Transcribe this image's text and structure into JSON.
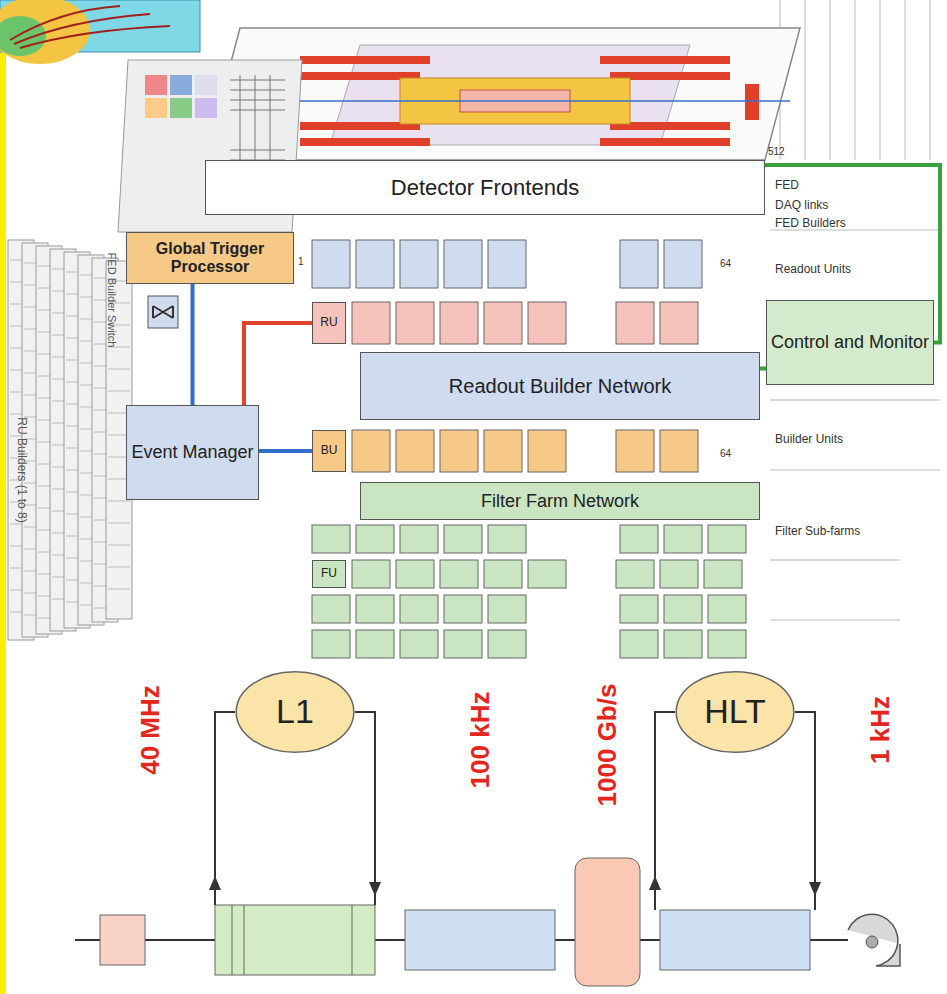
{
  "diagram": {
    "nodes": [
      {
        "text": [
          "Detector Frontends"
        ]
      },
      {
        "text": [
          "Global Trigger Processor"
        ]
      },
      {
        "text": [
          "Control and Monitor"
        ]
      },
      {
        "text": [
          "RU"
        ]
      },
      {
        "text": [
          "Readout Builder Network"
        ]
      },
      {
        "text": [
          "Event Manager"
        ]
      },
      {
        "text": [
          "BU"
        ]
      },
      {
        "text": [
          "Filter Farm Network"
        ]
      },
      {
        "text": [
          "FU"
        ]
      },
      {
        "text": [
          "L1"
        ]
      },
      {
        "text": [
          "HLT"
        ]
      }
    ],
    "edges": [
      {
        "from": 0,
        "to": 2,
        "arrow": "none"
      },
      {
        "from": 1,
        "to": 5,
        "arrow": "none"
      },
      {
        "from": 5,
        "to": 3,
        "arrow": "none"
      },
      {
        "from": 5,
        "to": 6,
        "arrow": "none"
      },
      {
        "from": 4,
        "to": 2,
        "arrow": "none"
      }
    ],
    "labels": [
      "FED",
      "DAQ links",
      "FED Builders",
      "Readout Units",
      "Builder Units",
      "Filter Sub-farms",
      "RU Builders (1 to 8)",
      "FED Builder Switch",
      "512",
      "1",
      "64",
      "64",
      "40 MHz",
      "100 kHz",
      "1000 Gb/s",
      "1 kHz"
    ]
  }
}
